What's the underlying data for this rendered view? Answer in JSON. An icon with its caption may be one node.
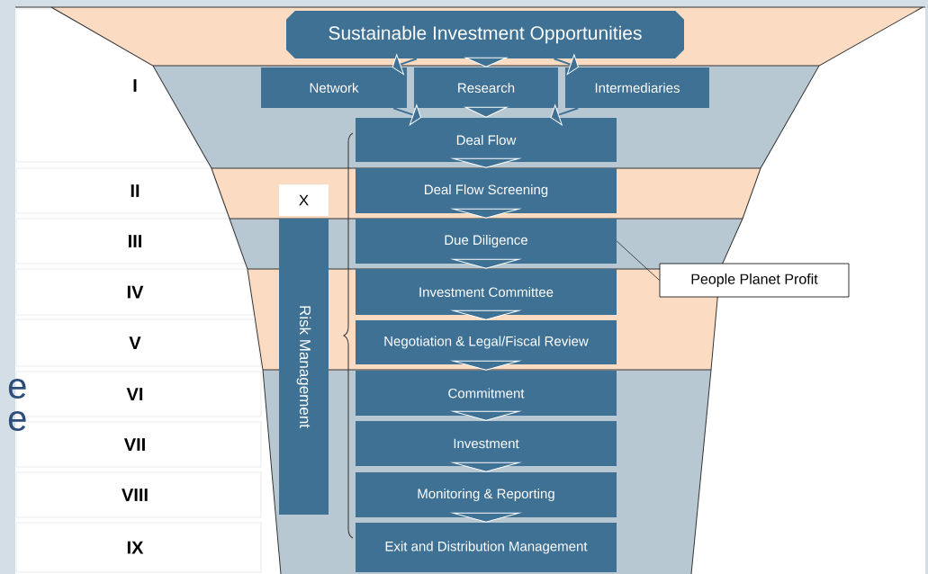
{
  "diagram": {
    "nodes": [
      {
        "text": [
          "Sustainable Investment Opportunities"
        ]
      },
      {
        "text": [
          "Network"
        ]
      },
      {
        "text": [
          "Research"
        ]
      },
      {
        "text": [
          "Intermediaries"
        ]
      },
      {
        "text": [
          "Deal Flow"
        ]
      },
      {
        "text": [
          "Deal Flow Screening"
        ]
      },
      {
        "text": [
          "Due Diligence"
        ]
      },
      {
        "text": [
          "Investment Committee"
        ]
      },
      {
        "text": [
          "Negotiation & Legal/Fiscal Review"
        ]
      },
      {
        "text": [
          "Commitment"
        ]
      },
      {
        "text": [
          "Investment"
        ]
      },
      {
        "text": [
          "Monitoring & Reporting"
        ]
      },
      {
        "text": [
          "Exit and Distribution Management"
        ]
      },
      {
        "text": [
          "X"
        ]
      },
      {
        "text": [
          "Risk Management"
        ]
      },
      {
        "text": [
          "People Planet Profit"
        ]
      },
      {
        "text": [
          "I"
        ]
      },
      {
        "text": [
          "II"
        ]
      },
      {
        "text": [
          "III"
        ]
      },
      {
        "text": [
          "IV"
        ]
      },
      {
        "text": [
          "V"
        ]
      },
      {
        "text": [
          "VI"
        ]
      },
      {
        "text": [
          "VII"
        ]
      },
      {
        "text": [
          "VIII"
        ]
      },
      {
        "text": [
          "IX"
        ]
      }
    ],
    "edges": [
      {
        "from": 0,
        "to": 1,
        "arrow": "to"
      },
      {
        "from": 0,
        "to": 2,
        "arrow": "to"
      },
      {
        "from": 0,
        "to": 3,
        "arrow": "to"
      },
      {
        "from": 1,
        "to": 4,
        "arrow": "to"
      },
      {
        "from": 2,
        "to": 4,
        "arrow": "to"
      },
      {
        "from": 3,
        "to": 4,
        "arrow": "to"
      },
      {
        "from": 4,
        "to": 5,
        "arrow": "to"
      },
      {
        "from": 5,
        "to": 6,
        "arrow": "to"
      },
      {
        "from": 6,
        "to": 7,
        "arrow": "to"
      },
      {
        "from": 7,
        "to": 8,
        "arrow": "to"
      },
      {
        "from": 8,
        "to": 9,
        "arrow": "to"
      },
      {
        "from": 9,
        "to": 10,
        "arrow": "to"
      },
      {
        "from": 10,
        "to": 11,
        "arrow": "to"
      },
      {
        "from": 11,
        "to": 12,
        "arrow": "to"
      },
      {
        "from": 15,
        "to": 6,
        "arrow": "none",
        "color": "#222222"
      }
    ],
    "labels": [
      "e",
      "e"
    ]
  }
}
